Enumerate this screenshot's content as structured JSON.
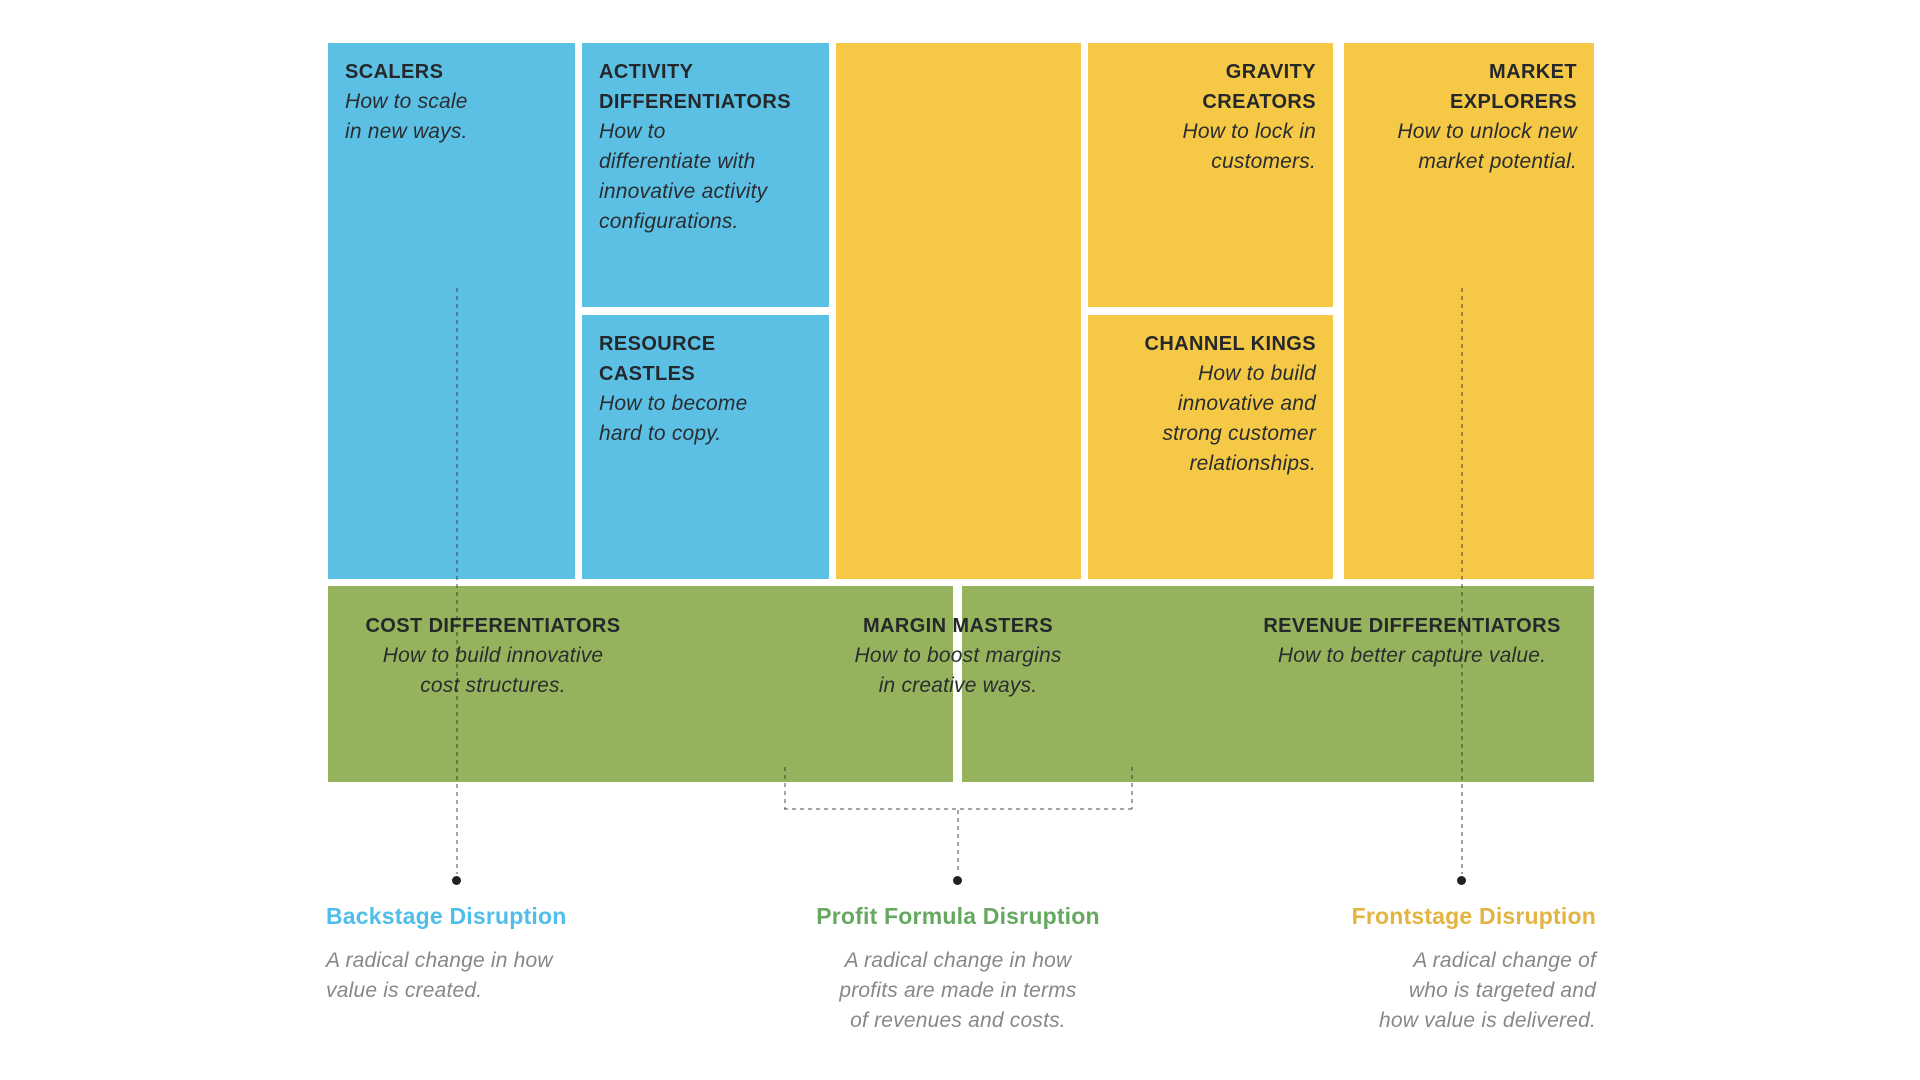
{
  "palette": {
    "box_blue": "#5CC0E5",
    "box_yellow": "#F5C845",
    "box_green": "#95B35C",
    "text_dark": "#25282A",
    "text_gray": "#85888B",
    "legend_blue": "#4FBEEA",
    "legend_green": "#67A860",
    "legend_gold": "#E3B440",
    "connector_dot": "#1F2224"
  },
  "boxes": {
    "scalers": {
      "title": "SCALERS",
      "body": "How to scale\nin new ways."
    },
    "activity": {
      "title": "ACTIVITY\nDIFFERENTIATORS",
      "body": "How to\ndifferentiate with\ninnovative activity\nconfigurations."
    },
    "resource": {
      "title": "RESOURCE\nCASTLES",
      "body": "How to become\nhard to copy."
    },
    "gravity": {
      "title": "GRAVITY\nCREATORS",
      "body": "How to lock in\ncustomers."
    },
    "channel": {
      "title": "CHANNEL KINGS",
      "body": "How to build\ninnovative and\nstrong customer\nrelationships."
    },
    "market": {
      "title": "MARKET\nEXPLORERS",
      "body": "How to unlock new\nmarket potential."
    }
  },
  "profit_row": {
    "cost": {
      "title": "COST DIFFERENTIATORS",
      "body": "How to build innovative\ncost structures."
    },
    "margin": {
      "title": "MARGIN MASTERS",
      "body": "How to boost margins\nin creative ways."
    },
    "revenue": {
      "title": "REVENUE DIFFERENTIATORS",
      "body": "How to better capture value."
    }
  },
  "legend": {
    "backstage": {
      "title": "Backstage Disruption",
      "body": "A radical change in how\nvalue is created."
    },
    "profit": {
      "title": "Profit Formula Disruption",
      "body": "A radical change in how\nprofits are made in terms\nof revenues and costs."
    },
    "frontstage": {
      "title": "Frontstage Disruption",
      "body": "A radical change of\nwho is targeted and\nhow value is delivered."
    }
  }
}
